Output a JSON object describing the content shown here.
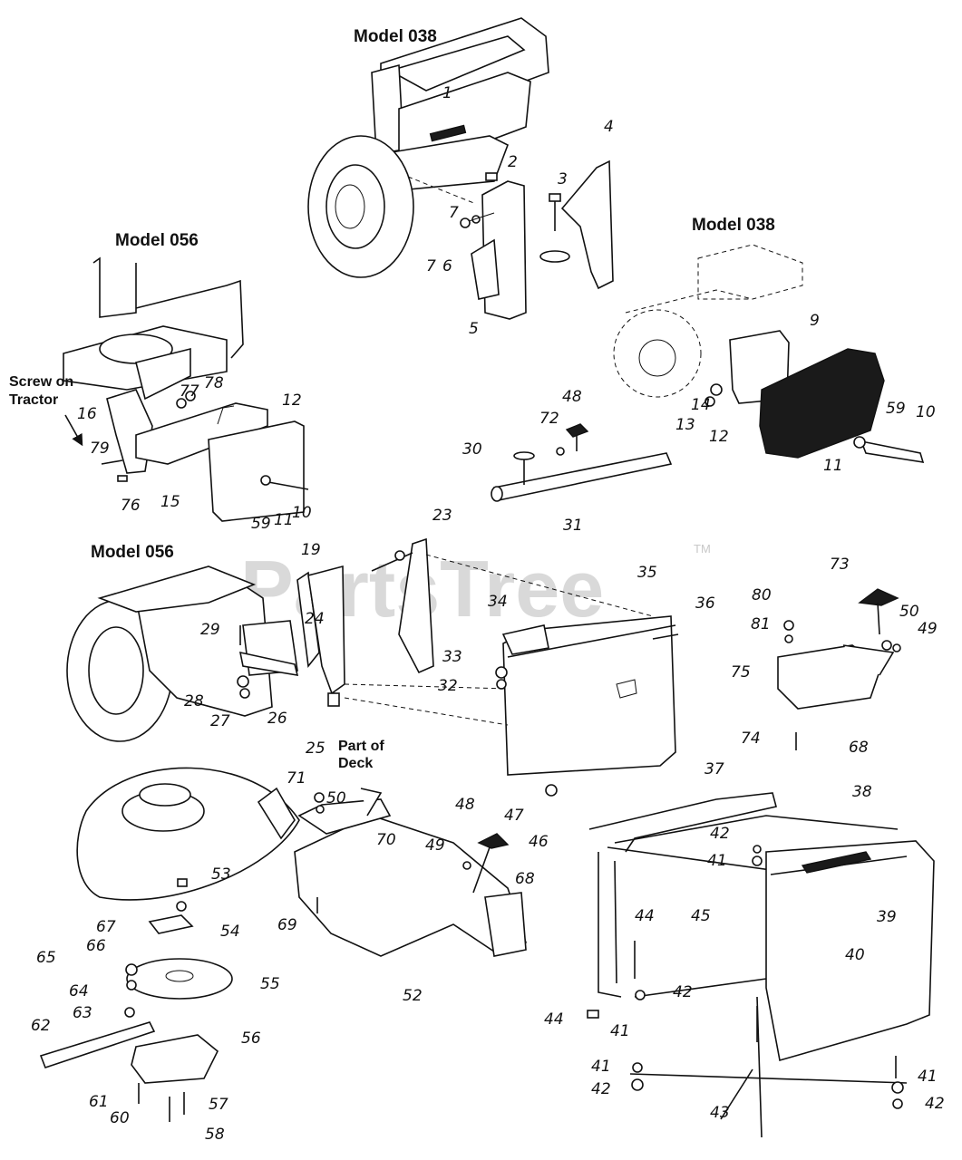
{
  "watermark": {
    "text": "PartsTree",
    "trademark": "TM"
  },
  "titles": {
    "model_038_top": "Model 038",
    "model_056_top": "Model 056",
    "model_038_right": "Model 038",
    "model_056_mid": "Model 056"
  },
  "notes": {
    "screw_on_line1": "Screw on",
    "screw_on_line2": "Tractor",
    "part_of_line1": "Part of",
    "part_of_line2": "Deck"
  },
  "callouts": {
    "c1": "1",
    "c2": "2",
    "c3": "3",
    "c4": "4",
    "c5": "5",
    "c6": "6",
    "c7a": "7",
    "c7b": "7",
    "c9": "9",
    "c10a": "10",
    "c10b": "10",
    "c11a": "11",
    "c11b": "11",
    "c12a": "12",
    "c12b": "12",
    "c13": "13",
    "c14": "14",
    "c15": "15",
    "c16": "16",
    "c19": "19",
    "c23": "23",
    "c24": "24",
    "c25": "25",
    "c26": "26",
    "c27": "27",
    "c28": "28",
    "c29": "29",
    "c30": "30",
    "c31": "31",
    "c32": "32",
    "c33": "33",
    "c34": "34",
    "c35": "35",
    "c36": "36",
    "c37": "37",
    "c38": "38",
    "c39": "39",
    "c40": "40",
    "c41a": "41",
    "c41b": "41",
    "c41c": "41",
    "c41d": "41",
    "c42a": "42",
    "c42b": "42",
    "c42c": "42",
    "c42d": "42",
    "c43": "43",
    "c44a": "44",
    "c44b": "44",
    "c45": "45",
    "c46": "46",
    "c47": "47",
    "c48a": "48",
    "c48b": "48",
    "c49a": "49",
    "c49b": "49",
    "c50a": "50",
    "c50b": "50",
    "c52": "52",
    "c53": "53",
    "c54": "54",
    "c55": "55",
    "c56": "56",
    "c57": "57",
    "c58": "58",
    "c59a": "59",
    "c59b": "59",
    "c60": "60",
    "c61": "61",
    "c62": "62",
    "c63": "63",
    "c64": "64",
    "c65": "65",
    "c66": "66",
    "c67": "67",
    "c68a": "68",
    "c68b": "68",
    "c69": "69",
    "c70": "70",
    "c71": "71",
    "c72": "72",
    "c73": "73",
    "c74": "74",
    "c75": "75",
    "c76": "76",
    "c77": "77",
    "c78": "78",
    "c79": "79",
    "c80": "80",
    "c81": "81"
  }
}
